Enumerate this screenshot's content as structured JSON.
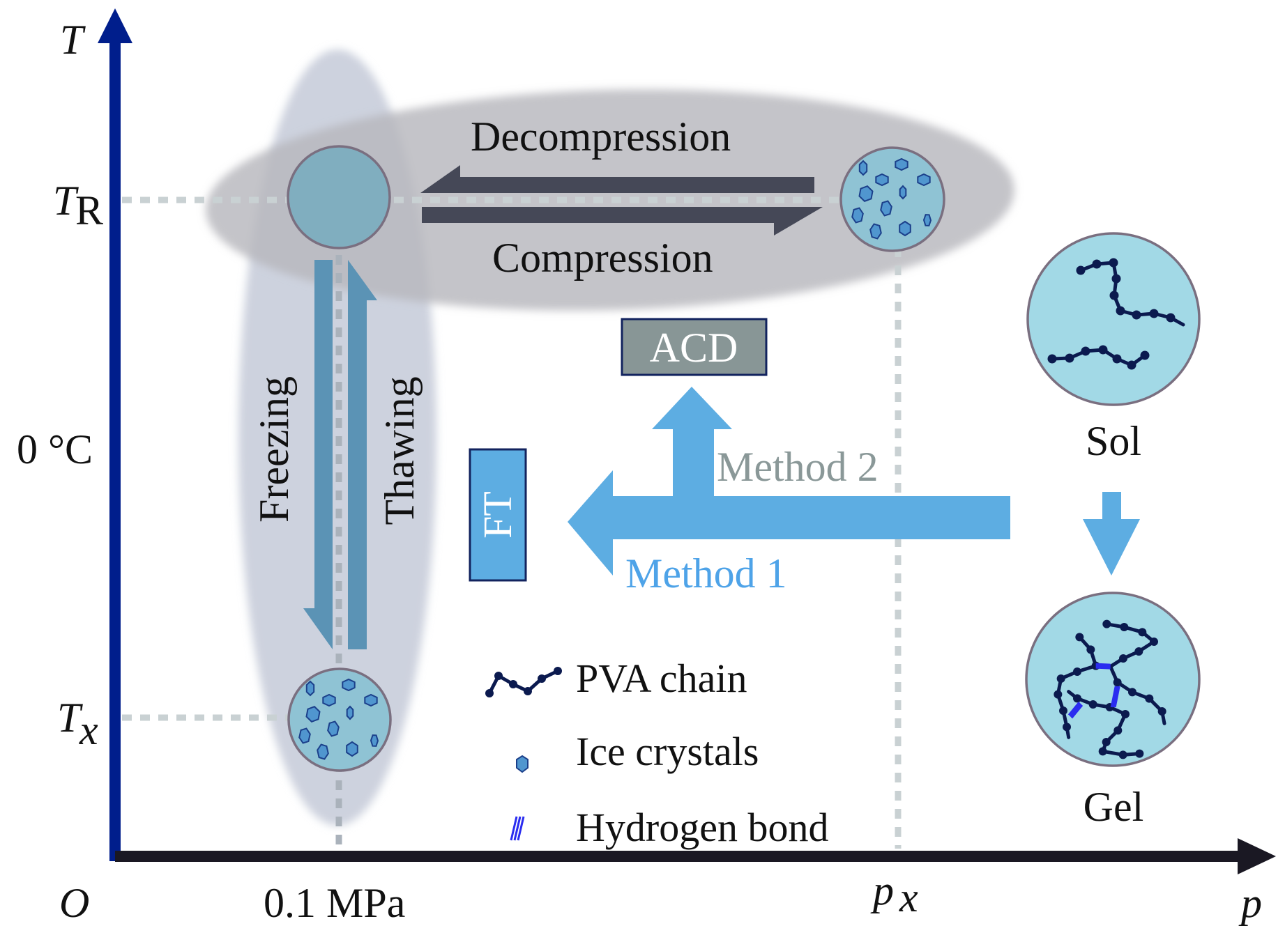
{
  "figure": {
    "axes": {
      "y_axis_label": "T",
      "x_axis_label": "p",
      "origin_label": "O",
      "y_ticks": [
        {
          "main": "T",
          "sub": "R",
          "meaning": "room temperature"
        },
        {
          "main": "0 °C",
          "sub": ""
        },
        {
          "main": "T",
          "sub": "x",
          "meaning": "freezing temperature"
        }
      ],
      "x_ticks": [
        {
          "main": "0.1 MPa",
          "sub": ""
        },
        {
          "main": "p",
          "sub": "x"
        }
      ],
      "colors": {
        "y_axis": "#001e8c",
        "x_axis": "#1a1823"
      }
    },
    "processes": {
      "decompression": "Decompression",
      "compression": "Compression",
      "freezing": "Freezing",
      "thawing": "Thawing"
    },
    "boxes": {
      "acd": "ACD",
      "ft": "FT"
    },
    "methods": {
      "method1": "Method 1",
      "method2": "Method 2",
      "method1_color": "#4ea3e8",
      "method2_color": "#8a9898"
    },
    "states": {
      "sol": "Sol",
      "gel": "Gel"
    },
    "legend": [
      {
        "icon": "pva-chain-icon",
        "label": "PVA chain"
      },
      {
        "icon": "ice-crystal-icon",
        "label": "Ice crystals"
      },
      {
        "icon": "hydrogen-bond-icon",
        "label": "Hydrogen bond"
      }
    ],
    "colors": {
      "flow_arrow": "#5dade2",
      "cycle_arrow": "#5b93b5",
      "pressure_arrow": "#454857",
      "cell_fill": "#a2d9e6",
      "cell_fill_muted": "#80aebf",
      "ice": "#5096cf",
      "chain": "#0b1a4f",
      "hydrogen_bond": "#2a2cf0"
    }
  }
}
